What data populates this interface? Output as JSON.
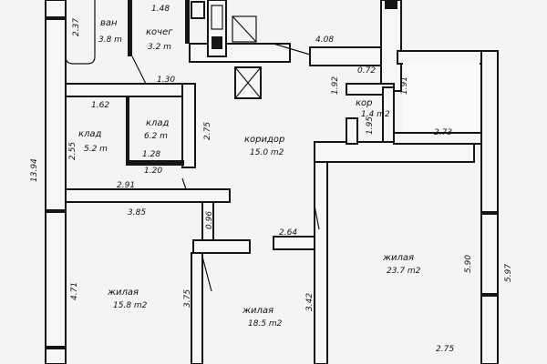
{
  "rooms": {
    "bath": {
      "name": "ван",
      "area": "3.8 m"
    },
    "kitchen": {
      "name": "кочег",
      "area": "3.2 m"
    },
    "pantry1": {
      "name": "клад",
      "area": "5.2 m"
    },
    "pantry2": {
      "name": "клад",
      "area": "6.2 m"
    },
    "corridor": {
      "name": "коридор",
      "area": "15.0 m2"
    },
    "hall": {
      "name": "кор",
      "area": "1.4 m2"
    },
    "living1": {
      "name": "жилая",
      "area": "23.7 m2"
    },
    "living2": {
      "name": "жилая",
      "area": "15.8 m2"
    },
    "living3": {
      "name": "жилая",
      "area": "18.5 m2"
    }
  },
  "dims": {
    "d237": "2.37",
    "d148": "1.48",
    "d408": "4.08",
    "d130": "1.30",
    "d162": "1.62",
    "d128": "1.28",
    "d120": "1.20",
    "d275": "2.75",
    "d255": "2.55",
    "d291": "2.91",
    "d1394": "13.94",
    "d385": "3.85",
    "d096": "0.96",
    "d264": "2.64",
    "d192": "1.92",
    "d072": "0.72",
    "d191": "1.91",
    "d273": "2.73",
    "d195": "1.95",
    "d590": "5.90",
    "d597": "5.97",
    "d471": "4.71",
    "d375": "3.75",
    "d342": "3.42",
    "d275b": "2.75"
  }
}
